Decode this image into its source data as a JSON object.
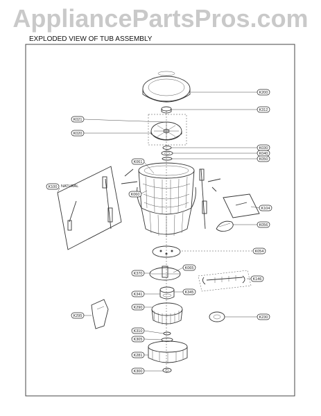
{
  "watermark": "AppliancePartsPros.com",
  "title": "EXPLODED VIEW OF TUB ASSEMBLY",
  "natural_label": "NATURAL",
  "callouts": [
    {
      "id": "k200",
      "text": "K200"
    },
    {
      "id": "k312",
      "text": "K312"
    },
    {
      "id": "k021",
      "text": "K021"
    },
    {
      "id": "k020",
      "text": "K020"
    },
    {
      "id": "k030",
      "text": "K030"
    },
    {
      "id": "k040",
      "text": "K040"
    },
    {
      "id": "k050",
      "text": "K050"
    },
    {
      "id": "k061",
      "text": "K061"
    },
    {
      "id": "k100",
      "text": "K100"
    },
    {
      "id": "k060",
      "text": "K060"
    },
    {
      "id": "k104",
      "text": "K104"
    },
    {
      "id": "k056",
      "text": "K056"
    },
    {
      "id": "k054",
      "text": "K054"
    },
    {
      "id": "k370",
      "text": "K370"
    },
    {
      "id": "k065",
      "text": "K065"
    },
    {
      "id": "k146",
      "text": "K146"
    },
    {
      "id": "k345",
      "text": "K345"
    },
    {
      "id": "k341",
      "text": "K341"
    },
    {
      "id": "k290",
      "text": "K290"
    },
    {
      "id": "k295",
      "text": "K295"
    },
    {
      "id": "k230",
      "text": "K230"
    },
    {
      "id": "k310",
      "text": "K310"
    },
    {
      "id": "k305",
      "text": "K305"
    },
    {
      "id": "k281",
      "text": "K281"
    },
    {
      "id": "k300",
      "text": "K300"
    }
  ]
}
